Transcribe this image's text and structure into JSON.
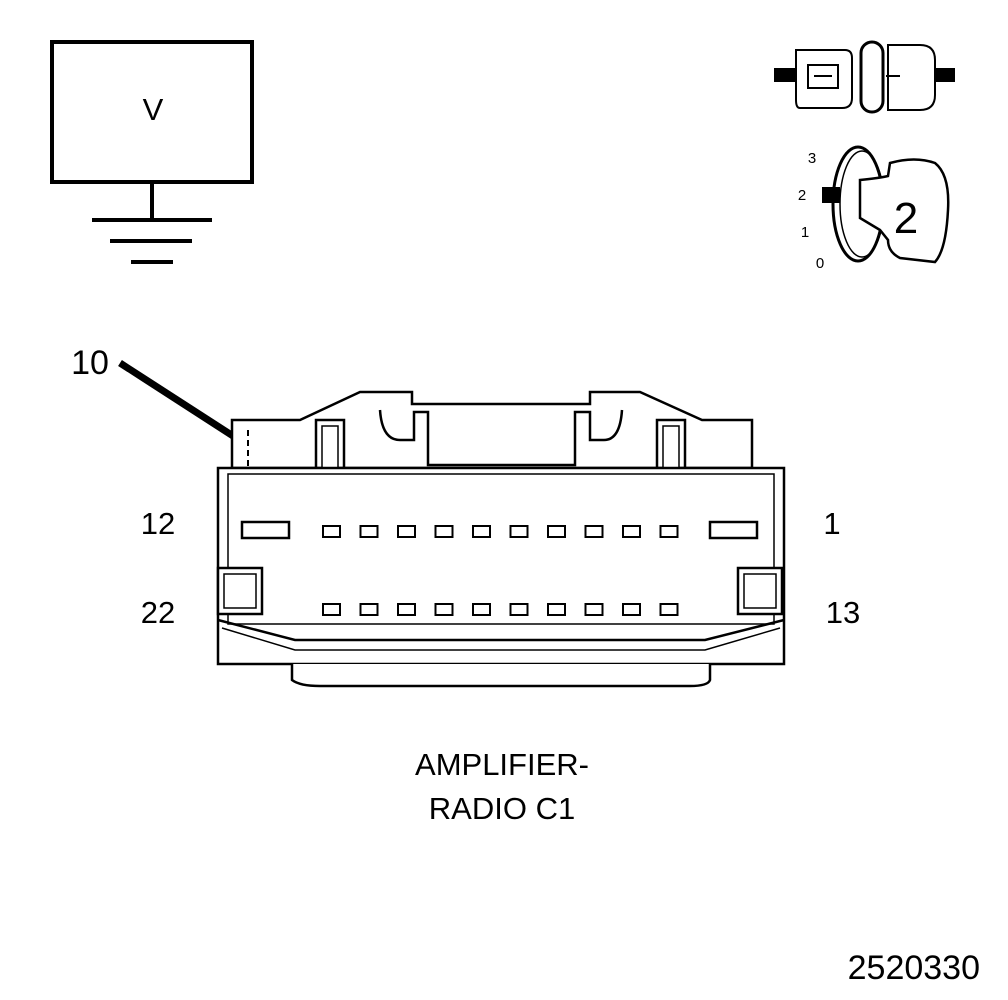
{
  "voltmeter": {
    "label": "V"
  },
  "ignition": {
    "positions": [
      "3",
      "2",
      "1",
      "0"
    ],
    "key_number": "2"
  },
  "pointer": {
    "label": "10"
  },
  "connector": {
    "pin_labels": {
      "top_left": "12",
      "top_right": "1",
      "bottom_left": "22",
      "bottom_right": "13"
    },
    "name_line1": "AMPLIFIER-",
    "name_line2": "RADIO C1",
    "highlighted_pin": "10"
  },
  "figure_id": "2520330"
}
